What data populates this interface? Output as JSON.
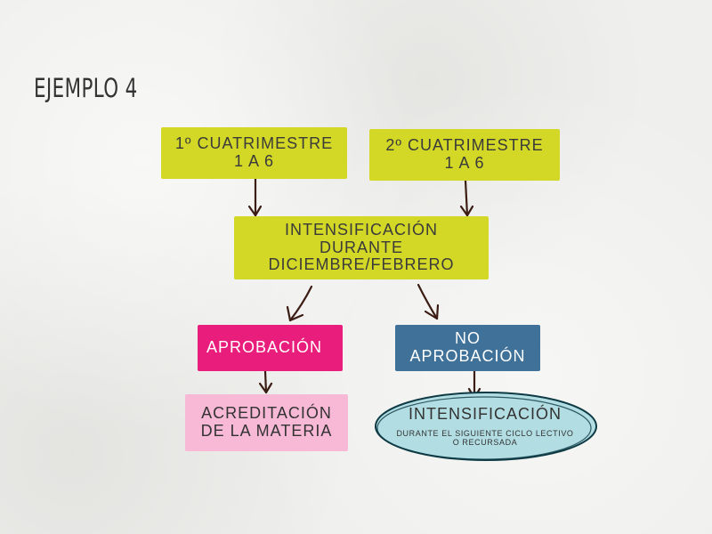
{
  "title": "EJEMPLO 4",
  "boxes": {
    "cuatrimestre1": {
      "line1": "1º CUATRIMESTRE",
      "line2": "1 A 6"
    },
    "cuatrimestre2": {
      "line1": "2º CUATRIMESTRE",
      "line2": "1 A 6"
    },
    "intensificacion": {
      "line1": "INTENSIFICACIÓN",
      "line2": "DURANTE DICIEMBRE/FEBRERO"
    },
    "aprobacion": {
      "label": "APROBACIÓN"
    },
    "no_aprobacion": {
      "label": "NO APROBACIÓN"
    },
    "acreditacion": {
      "line1": "ACREDITACIÓN",
      "line2": "DE LA MATERIA"
    },
    "intensificacion_final": {
      "title": "INTENSIFICACIÓN",
      "sub1": "DURANTE EL SIGUIENTE CICLO LECTIVO",
      "sub2": "O RECURSADA"
    }
  },
  "colors": {
    "green": "#d3d826",
    "pink": "#e91e7c",
    "blue": "#3f7199",
    "light_pink": "#f7b9d6",
    "light_cyan": "#b2dde3",
    "arrow": "#3b1d14"
  }
}
